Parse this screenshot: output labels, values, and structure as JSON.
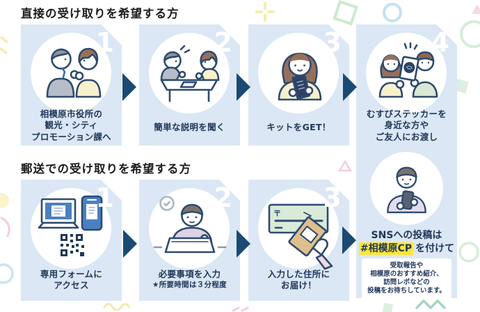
{
  "colors": {
    "panel_background": "#dbe7f4",
    "flow_arrow": "#1a4a73",
    "caption_text": "#21375a",
    "title_text": "#1b1b1d",
    "hashtag_highlight": "#ffe63b",
    "step_number": "#ffffff"
  },
  "direct": {
    "title": "直接の受け取りを希望する方",
    "steps": [
      {
        "number": "1",
        "caption": [
          "相模原市役所の",
          "観光・シティ",
          "プロモーション課へ"
        ]
      },
      {
        "number": "2",
        "caption": [
          "簡単な説明を聞く"
        ]
      },
      {
        "number": "3",
        "caption": [
          "キットをGET！"
        ]
      },
      {
        "number": "4",
        "caption": [
          "むすびステッカーを",
          "身近な方や",
          "ご友人にお渡し"
        ]
      }
    ]
  },
  "mail": {
    "title": "郵送での受け取りを希望する方",
    "steps": [
      {
        "number": "1",
        "caption": [
          "専用フォームに",
          "アクセス"
        ]
      },
      {
        "number": "2",
        "caption": [
          "必要事項を入力"
        ],
        "note": "★所要時間は３分程度"
      },
      {
        "number": "3",
        "caption": [
          "入力した住所に",
          "お届け！"
        ]
      }
    ]
  },
  "sns": {
    "line1": "SNSへの投稿は",
    "hashtag": "#相模原CP",
    "suffix": "を付けて",
    "box_lines": [
      "受取報告や",
      "相模原のおすすめ紹介、",
      "訪問レポなどの",
      "投稿をお待ちしています。"
    ]
  }
}
